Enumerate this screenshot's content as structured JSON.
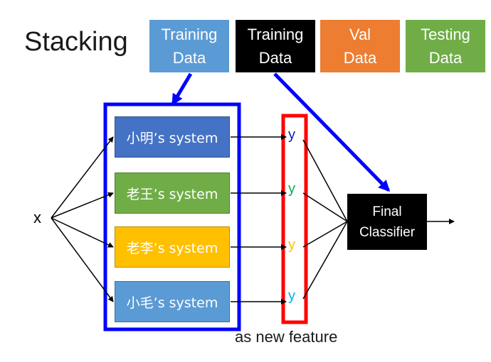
{
  "title": "Stacking",
  "data_boxes": [
    {
      "line1": "Training",
      "line2": "Data",
      "color": "#5b9bd5"
    },
    {
      "line1": "Training",
      "line2": "Data",
      "color": "#000000"
    },
    {
      "line1": "Val",
      "line2": "Data",
      "color": "#ed7d31"
    },
    {
      "line1": "Testing",
      "line2": "Data",
      "color": "#70ad47"
    }
  ],
  "input_label": "x",
  "systems": [
    {
      "label": "小明’s system",
      "color": "#4472c4"
    },
    {
      "label": "老王’s system",
      "color": "#70ad47"
    },
    {
      "label": "老李’s system",
      "color": "#ffc000"
    },
    {
      "label": "小毛’s system",
      "color": "#5b9bd5"
    }
  ],
  "outputs": [
    {
      "label": "y",
      "color": "#0020c0"
    },
    {
      "label": "y",
      "color": "#00b050"
    },
    {
      "label": "y",
      "color": "#ffc000"
    },
    {
      "label": "y",
      "color": "#00b0f0"
    }
  ],
  "final": {
    "line1": "Final",
    "line2": "Classifier"
  },
  "caption": "as new feature",
  "colors": {
    "blue_frame": "#0000ff",
    "red_frame": "#ff0000"
  }
}
